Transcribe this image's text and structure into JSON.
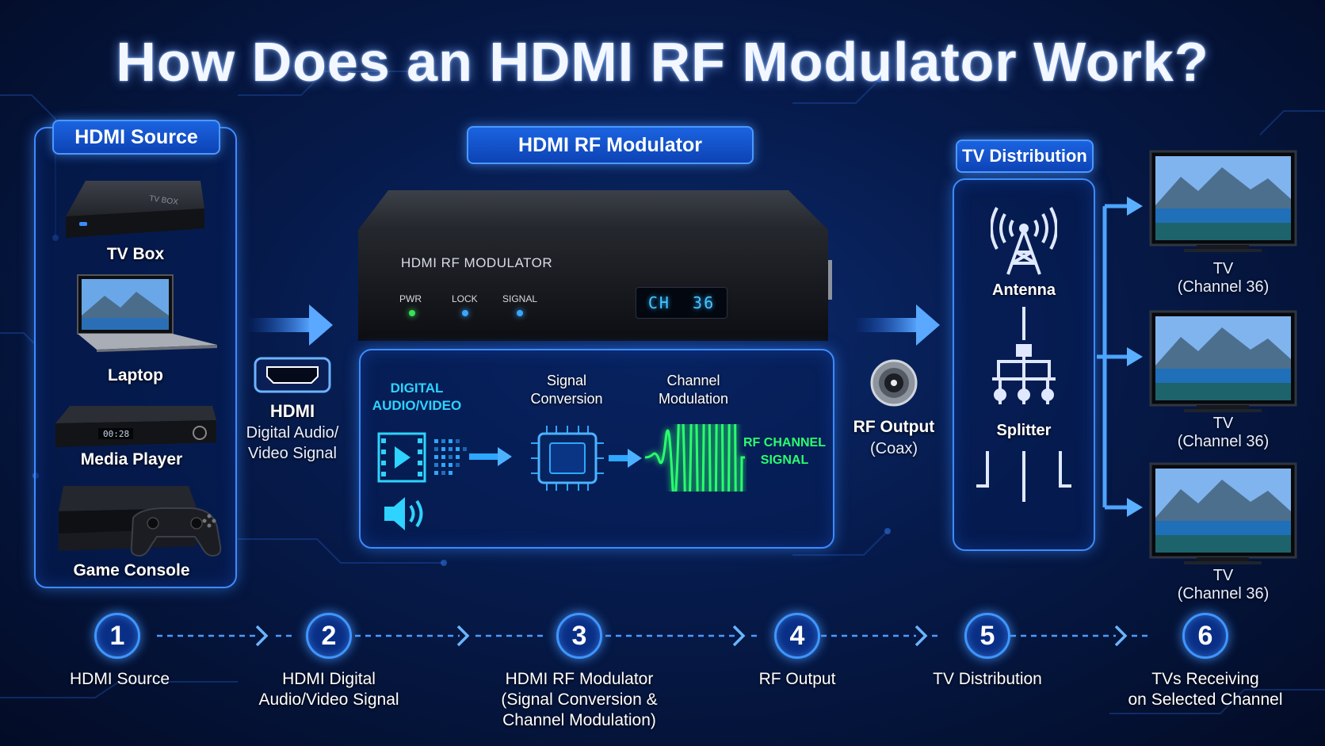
{
  "title": "How Does an HDMI RF Modulator Work?",
  "hdmi_source": {
    "header": "HDMI Source",
    "devices": [
      {
        "label": "TV Box",
        "icon": "tv-box-icon",
        "print": "TV BOX"
      },
      {
        "label": "Laptop",
        "icon": "laptop-icon"
      },
      {
        "label": "Media Player",
        "icon": "media-player-icon",
        "display": "00:28"
      },
      {
        "label": "Game Console",
        "icon": "game-console-icon"
      }
    ]
  },
  "hdmi_link": {
    "title": "HDMI",
    "subtitle_1": "Digital Audio/",
    "subtitle_2": "Video Signal"
  },
  "modulator": {
    "header": "HDMI RF Modulator",
    "device_label": "HDMI RF MODULATOR",
    "leds": [
      {
        "label": "PWR",
        "color": "#39e05a"
      },
      {
        "label": "LOCK",
        "color": "#3aa7ff"
      },
      {
        "label": "SIGNAL",
        "color": "#3aa7ff"
      }
    ],
    "display": "CH  36",
    "process": {
      "input_line1": "DIGITAL",
      "input_line2": "AUDIO/VIDEO",
      "conversion_line1": "Signal",
      "conversion_line2": "Conversion",
      "modulation_line1": "Channel",
      "modulation_line2": "Modulation",
      "output_line1": "RF CHANNEL",
      "output_line2": "SIGNAL"
    }
  },
  "rf_output": {
    "label": "RF Output",
    "sublabel": "(Coax)"
  },
  "tv_distribution": {
    "header": "TV Distribution",
    "antenna_label": "Antenna",
    "splitter_label": "Splitter"
  },
  "tvs": [
    {
      "label": "TV",
      "channel": "(Channel 36)"
    },
    {
      "label": "TV",
      "channel": "(Channel 36)"
    },
    {
      "label": "TV",
      "channel": "(Channel 36)"
    }
  ],
  "steps": [
    {
      "number": "1",
      "line1": "HDMI Source",
      "line2": "",
      "line3": ""
    },
    {
      "number": "2",
      "line1": "HDMI Digital",
      "line2": "Audio/Video Signal",
      "line3": ""
    },
    {
      "number": "3",
      "line1": "HDMI RF Modulator",
      "line2": "(Signal Conversion &",
      "line3": "Channel Modulation)"
    },
    {
      "number": "4",
      "line1": "RF Output",
      "line2": "",
      "line3": ""
    },
    {
      "number": "5",
      "line1": "TV Distribution",
      "line2": "",
      "line3": ""
    },
    {
      "number": "6",
      "line1": "TVs Receiving",
      "line2": "on Selected Channel",
      "line3": ""
    }
  ],
  "colors": {
    "accent": "#3d8bff",
    "wave": "#29ff6e",
    "lcd": "#44c8ff",
    "background": "#061a4a"
  }
}
